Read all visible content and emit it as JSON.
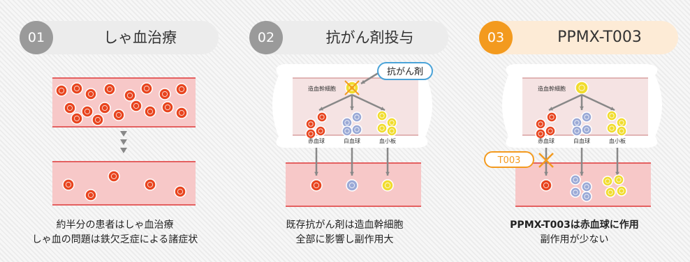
{
  "panels": [
    {
      "num": "01",
      "title": "しゃ血治療",
      "caption1": "約半分の患者はしゃ血治療",
      "caption2": "しゃ血の問題は鉄欠乏症による諸症状"
    },
    {
      "num": "02",
      "title": "抗がん剤投与",
      "caption1": "既存抗がん剤は造血幹細胞",
      "caption2": "全部に影響し副作用大",
      "drug_label": "抗がん剤",
      "stem_label": "造血幹細胞",
      "red_label": "赤血球",
      "white_label": "白血球",
      "platelet_label": "血小板"
    },
    {
      "num": "03",
      "title": "PPMX-T003",
      "caption1": "PPMX-T003は赤血球に作用",
      "caption2": "副作用が少ない",
      "drug_label": "T003",
      "stem_label": "造血幹細胞",
      "red_label": "赤血球",
      "white_label": "白血球",
      "platelet_label": "血小板"
    }
  ],
  "colors": {
    "red": "#e8441e",
    "white": "#9aa9d6",
    "platelet": "#f1dc2d",
    "vessel": "#f7c8c8",
    "vessel_border": "#e46060",
    "gray": "#9a9a9a",
    "orange": "#f39a1e",
    "blue": "#4aa3d8"
  }
}
